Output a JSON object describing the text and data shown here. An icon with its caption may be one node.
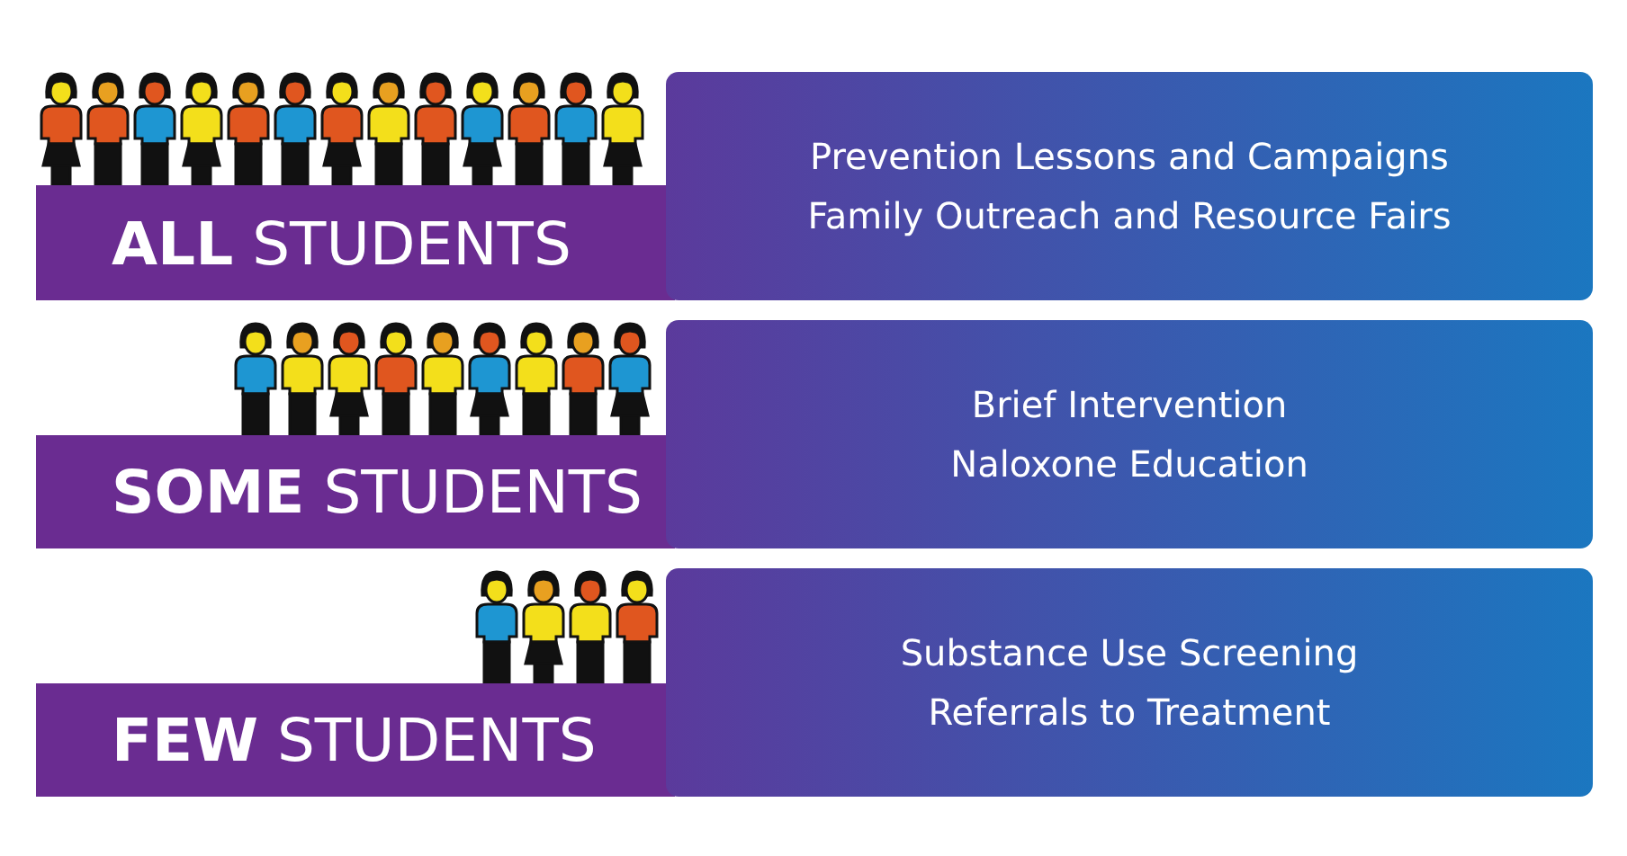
{
  "diagram": {
    "nodes": [
      {
        "text": [
          "**ALL** STUDENTS"
        ]
      },
      {
        "text": [
          "Prevention Lessons and Campaigns",
          "Family Outreach and Resource Fairs"
        ]
      },
      {
        "text": [
          "**SOME** STUDENTS"
        ]
      },
      {
        "text": [
          "Brief Intervention",
          "Naloxone Education"
        ]
      },
      {
        "text": [
          "**FEW** STUDENTS"
        ]
      },
      {
        "text": [
          "Substance Use Screening",
          "Referrals to Treatment"
        ]
      }
    ]
  }
}
